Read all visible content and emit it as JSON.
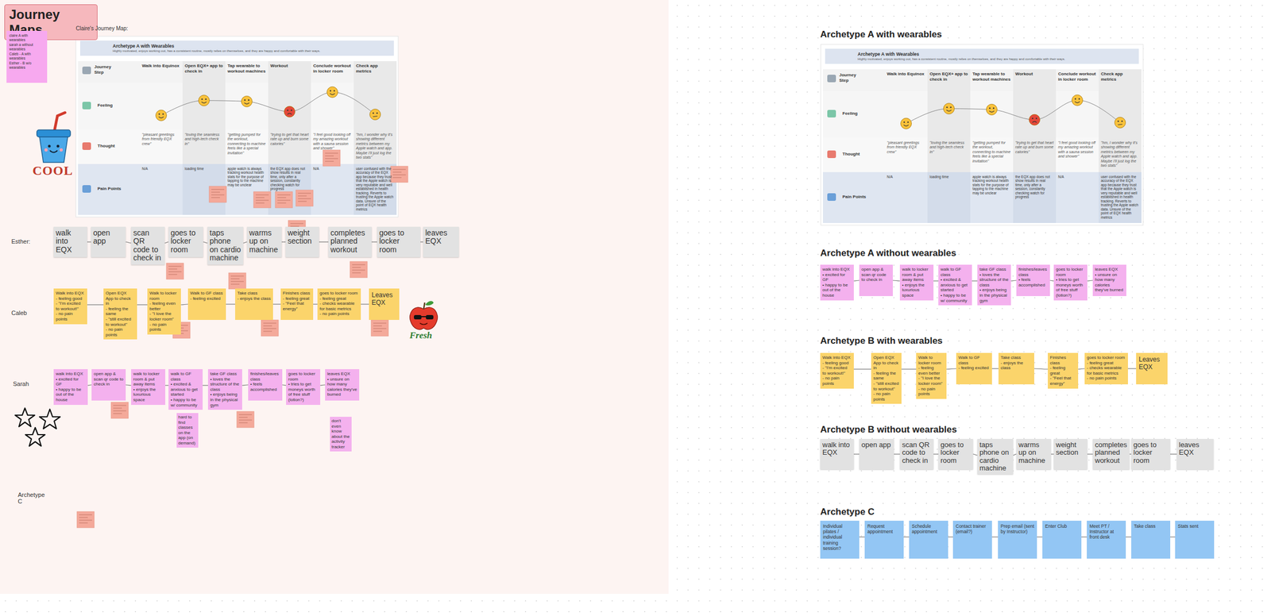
{
  "diagram": {
    "title": "Journey Maps",
    "nodes": [
      {
        "text": [
          "Journey Maps"
        ]
      },
      {
        "text": [
          "claire A with wearables",
          "sarah a without wearables",
          "Caleb - A with wearables",
          "Esther - B w/o wearables"
        ]
      },
      {
        "text": [
          "Archetype A with Wearables",
          "Highly motivated, enjoys working out, has a consistent routine, mostly relies on themselves, and they are happy and comfortable with their ways."
        ]
      },
      {
        "text": [
          "walk into EQX"
        ]
      },
      {
        "text": [
          "open app"
        ]
      },
      {
        "text": [
          "scan QR code to check in"
        ]
      },
      {
        "text": [
          "goes to locker room"
        ]
      },
      {
        "text": [
          "taps phone on cardio machine"
        ]
      },
      {
        "text": [
          "warms up on machine"
        ]
      },
      {
        "text": [
          "weight section"
        ]
      },
      {
        "text": [
          "completes planned workout"
        ]
      },
      {
        "text": [
          "goes to locker room"
        ]
      },
      {
        "text": [
          "leaves EQX"
        ]
      },
      {
        "text": [
          "Walk into EQX",
          "- feeling good",
          "- \"I'm excited to workout!\"",
          "- no pain points"
        ]
      },
      {
        "text": [
          "Open EQX App to check in",
          "- feeling the same",
          "- \"still excited to workout\"",
          "- no pain points"
        ]
      },
      {
        "text": [
          "Walk to locker room",
          "- feeling even better",
          "- \"I love the locker room\"",
          "- no pain points"
        ]
      },
      {
        "text": [
          "Walk to GF class",
          "- feeling excited"
        ]
      },
      {
        "text": [
          "Take class",
          "- enjoys the class"
        ]
      },
      {
        "text": [
          "Finishes class",
          "- feeling great",
          "- \"Feel that energy\""
        ]
      },
      {
        "text": [
          "goes to locker room",
          "- feeling great",
          "- checks wearable for basic metrics",
          "- no pain points"
        ]
      },
      {
        "text": [
          "Leaves EQX"
        ]
      },
      {
        "text": [
          "walk into EQX",
          "• excited for GF",
          "• happy to be out of the house"
        ]
      },
      {
        "text": [
          "open app & scan qr code to check in"
        ]
      },
      {
        "text": [
          "walk to locker room & put away items",
          "• enjoys the luxurious space"
        ]
      },
      {
        "text": [
          "walk to GF class",
          "• excited & anxious to get started",
          "• happy to be w/ community"
        ]
      },
      {
        "text": [
          "take GF class",
          "• loves the structure of the class",
          "• enjoys being in the physical gym"
        ]
      },
      {
        "text": [
          "finishes/leaves class",
          "• feels accomplished"
        ]
      },
      {
        "text": [
          "goes to locker room",
          "• tries to get moneys worth of free stuff (lotion?)"
        ]
      },
      {
        "text": [
          "leaves EQX",
          "• unsure on how many calories they've burned"
        ]
      },
      {
        "text": [
          "hard to find classes on the app (on demand)"
        ]
      },
      {
        "text": [
          "don't even know about the activity tracker"
        ]
      },
      {
        "text": [
          "Archetype A with Wearables",
          "Highly motivated, enjoys working out, has a consistent routine, mostly relies on themselves, and they are happy and comfortable with their ways."
        ]
      },
      {
        "text": [
          "walk into EQX",
          "• excited for GF",
          "• happy to be out of the house"
        ]
      },
      {
        "text": [
          "open app & scan qr code to check in"
        ]
      },
      {
        "text": [
          "walk to locker room & put away items",
          "• enjoys the luxurious space"
        ]
      },
      {
        "text": [
          "walk to GF class",
          "• excited & anxious to get started",
          "• happy to be w/ community"
        ]
      },
      {
        "text": [
          "take GF class",
          "• loves the structure of the class",
          "• enjoys being in the physical gym"
        ]
      },
      {
        "text": [
          "finishes/leaves class",
          "• feels accomplished"
        ]
      },
      {
        "text": [
          "goes to locker room",
          "• tries to get moneys worth of free stuff (lotion?)"
        ]
      },
      {
        "text": [
          "leaves EQX",
          "• unsure on how many calories they've burned"
        ]
      },
      {
        "text": [
          "Walk into EQX",
          "- feeling good",
          "- \"I'm excited to workout!\"",
          "- no pain points"
        ]
      },
      {
        "text": [
          "Open EQX App to check in",
          "- feeling the same",
          "- \"still excited to workout\"",
          "- no pain points"
        ]
      },
      {
        "text": [
          "Walk to locker room",
          "- feeling even better",
          "- \"I love the locker room\"",
          "- no pain points"
        ]
      },
      {
        "text": [
          "Walk to GF class",
          "- feeling excited"
        ]
      },
      {
        "text": [
          "Take class",
          "- enjoys the class"
        ]
      },
      {
        "text": [
          "Finishes class",
          "- feeling great",
          "- \"Feel that energy\""
        ]
      },
      {
        "text": [
          "goes to locker room",
          "- feeling great",
          "- checks wearable for basic metrics",
          "- no pain points"
        ]
      },
      {
        "text": [
          "Leaves EQX"
        ]
      },
      {
        "text": [
          "walk into EQX"
        ]
      },
      {
        "text": [
          "open app"
        ]
      },
      {
        "text": [
          "scan QR code to check in"
        ]
      },
      {
        "text": [
          "goes to locker room"
        ]
      },
      {
        "text": [
          "taps phone on cardio machine"
        ]
      },
      {
        "text": [
          "warms up on machine"
        ]
      },
      {
        "text": [
          "weight section"
        ]
      },
      {
        "text": [
          "completes planned workout"
        ]
      },
      {
        "text": [
          "goes to locker room"
        ]
      },
      {
        "text": [
          "leaves EQX"
        ]
      },
      {
        "text": [
          "Individual pilates / individual training session?"
        ]
      },
      {
        "text": [
          "Request appointment"
        ]
      },
      {
        "text": [
          "Schedule appointment"
        ]
      },
      {
        "text": [
          "Contact trainer (email?)"
        ]
      },
      {
        "text": [
          "Prep email (sent by Instructor)"
        ]
      },
      {
        "text": [
          "Enter Club"
        ]
      },
      {
        "text": [
          "Meet PT / Instructor at front desk"
        ]
      },
      {
        "text": [
          "Take class"
        ]
      },
      {
        "text": [
          "Stats sent"
        ]
      }
    ],
    "edges": [
      {
        "from": 3,
        "to": 4,
        "arrow": "none"
      },
      {
        "from": 4,
        "to": 5,
        "arrow": "none"
      },
      {
        "from": 5,
        "to": 6,
        "arrow": "none"
      },
      {
        "from": 6,
        "to": 7,
        "arrow": "none"
      },
      {
        "from": 7,
        "to": 8,
        "arrow": "none"
      },
      {
        "from": 8,
        "to": 9,
        "arrow": "none"
      },
      {
        "from": 9,
        "to": 10,
        "arrow": "none"
      },
      {
        "from": 10,
        "to": 11,
        "arrow": "none"
      },
      {
        "from": 11,
        "to": 12,
        "arrow": "none"
      },
      {
        "from": 13,
        "to": 14,
        "arrow": "none"
      },
      {
        "from": 14,
        "to": 15,
        "arrow": "none"
      },
      {
        "from": 15,
        "to": 16,
        "arrow": "none"
      },
      {
        "from": 16,
        "to": 17,
        "arrow": "none"
      },
      {
        "from": 17,
        "to": 18,
        "arrow": "none"
      },
      {
        "from": 18,
        "to": 19,
        "arrow": "none"
      },
      {
        "from": 19,
        "to": 20,
        "arrow": "none"
      },
      {
        "from": 21,
        "to": 22,
        "arrow": "none"
      },
      {
        "from": 22,
        "to": 23,
        "arrow": "none"
      },
      {
        "from": 23,
        "to": 24,
        "arrow": "none"
      },
      {
        "from": 24,
        "to": 25,
        "arrow": "none"
      },
      {
        "from": 25,
        "to": 26,
        "arrow": "none"
      },
      {
        "from": 26,
        "to": 27,
        "arrow": "none"
      },
      {
        "from": 27,
        "to": 28,
        "arrow": "none"
      },
      {
        "from": 32,
        "to": 33,
        "arrow": "none"
      },
      {
        "from": 33,
        "to": 34,
        "arrow": "none"
      },
      {
        "from": 34,
        "to": 35,
        "arrow": "none"
      },
      {
        "from": 35,
        "to": 36,
        "arrow": "none"
      },
      {
        "from": 36,
        "to": 37,
        "arrow": "none"
      },
      {
        "from": 37,
        "to": 38,
        "arrow": "none"
      },
      {
        "from": 38,
        "to": 39,
        "arrow": "none"
      },
      {
        "from": 40,
        "to": 41,
        "arrow": "none"
      },
      {
        "from": 41,
        "to": 42,
        "arrow": "none"
      },
      {
        "from": 42,
        "to": 43,
        "arrow": "none"
      },
      {
        "from": 43,
        "to": 44,
        "arrow": "none"
      },
      {
        "from": 44,
        "to": 45,
        "arrow": "none"
      },
      {
        "from": 45,
        "to": 46,
        "arrow": "none"
      },
      {
        "from": 46,
        "to": 47,
        "arrow": "none"
      },
      {
        "from": 48,
        "to": 49,
        "arrow": "none"
      },
      {
        "from": 49,
        "to": 50,
        "arrow": "none"
      },
      {
        "from": 50,
        "to": 51,
        "arrow": "none"
      },
      {
        "from": 51,
        "to": 52,
        "arrow": "none"
      },
      {
        "from": 52,
        "to": 53,
        "arrow": "none"
      },
      {
        "from": 53,
        "to": 54,
        "arrow": "none"
      },
      {
        "from": 54,
        "to": 55,
        "arrow": "none"
      },
      {
        "from": 55,
        "to": 56,
        "arrow": "none"
      },
      {
        "from": 56,
        "to": 57,
        "arrow": "none"
      },
      {
        "from": 58,
        "to": 59,
        "arrow": "none"
      },
      {
        "from": 59,
        "to": 60,
        "arrow": "none"
      },
      {
        "from": 60,
        "to": 61,
        "arrow": "none"
      },
      {
        "from": 61,
        "to": 62,
        "arrow": "none"
      },
      {
        "from": 62,
        "to": 63,
        "arrow": "none"
      },
      {
        "from": 63,
        "to": 64,
        "arrow": "none"
      },
      {
        "from": 64,
        "to": 65,
        "arrow": "none"
      },
      {
        "from": 65,
        "to": 66,
        "arrow": "none"
      }
    ],
    "labels": [
      "Claire's Journey Map:",
      "Journey Step",
      "Walk into Equinox",
      "Open EQX+ app to check in",
      "Tap wearable to workout machines",
      "Workout",
      "Conclude workout in locker room",
      "Check app metrics",
      "Feeling",
      "Thought",
      "Pain Points",
      "\"pleasant greetings from friendly EQX crew\"",
      "\"loving the seamless and high-tech check in\"",
      "\"getting pumped for the workout, connecting to machine feels like a special invitation\"",
      "\"trying to get that heart rate up and burn some calories\"",
      "\"I feel good looking off my amazing workout with a sauna session and shower\"",
      "\"hm, I wonder why it's showing different metrics between my Apple watch and app. Maybe I'll just log the two stats\"",
      "N/A",
      "loading time",
      "apple watch is always tracking workout health stats for the purpose of tapping to the machine may be unclear",
      "the EQX app does not show results in real time, only after a session, constantly checking watch for progress",
      "N/A",
      "user confused with the accuracy of the EQX app because they trust that the Apple watch is very reputable and well established in health tracking. Reverts to trusting the Apple watch data. Unsure of the point of EQX health metrics",
      "Esther:",
      "Caleb",
      "Sarah",
      "Archetype C",
      "COOL",
      "Fresh",
      "Archetype A with wearables",
      "Journey Step",
      "Walk into Equinox",
      "Open EQX+ app to check in",
      "Tap wearable to workout machines",
      "Workout",
      "Conclude workout in locker room",
      "Check app metrics",
      "Feeling",
      "Thought",
      "Pain Points",
      "\"pleasant greetings from friendly EQX crew\"",
      "\"loving the seamless and high-tech check in\"",
      "\"getting pumped for the workout, connecting to machine feels like a special invitation\"",
      "\"trying to get that heart rate up and burn some calories\"",
      "\"I feel good looking off my amazing workout with a sauna session and shower\"",
      "\"hm, I wonder why it's showing different metrics between my Apple watch and app. Maybe I'll just log the two stats\"",
      "N/A",
      "loading time",
      "apple watch is always tracking workout health stats for the purpose of tapping to the machine may be unclear",
      "the EQX app does not show results in real time, only after a session, constantly checking watch for progress",
      "N/A",
      "user confused with the accuracy of the EQX app because they trust that the Apple watch is very reputable and well established in health tracking. Reverts to trusting the Apple watch data. Unsure of the point of EQX health metrics",
      "Archetype A without wearables",
      "Archetype B with wearables",
      "Archetype B without wearables",
      "Archetype C"
    ]
  }
}
